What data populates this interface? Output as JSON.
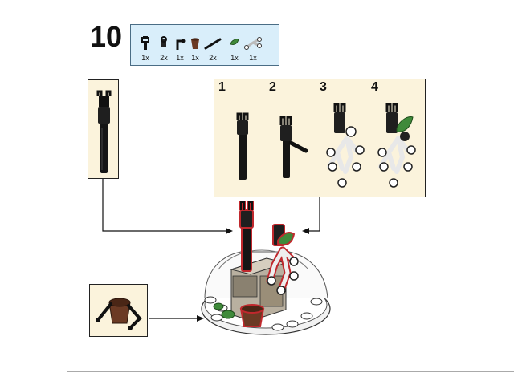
{
  "step": {
    "number": "10"
  },
  "parts_list": {
    "items": [
      {
        "icon": "clip-bar-piece-icon",
        "qty": "1x"
      },
      {
        "icon": "clip-piece-icon",
        "qty": "2x"
      },
      {
        "icon": "bent-bar-piece-icon",
        "qty": "1x"
      },
      {
        "icon": "brown-pot-piece-icon",
        "qty": "1x"
      },
      {
        "icon": "black-bar-piece-icon",
        "qty": "2x"
      },
      {
        "icon": "green-leaf-piece-icon",
        "qty": "1x"
      },
      {
        "icon": "white-plant-stem-piece-icon",
        "qty": "1x"
      }
    ]
  },
  "substeps": {
    "labels": [
      "1",
      "2",
      "3",
      "4"
    ]
  },
  "colors": {
    "callout_bg": "#fbf3dc",
    "parts_bg": "#d9eefa",
    "highlight": "#c0282d",
    "brick_black": "#111111",
    "brick_green": "#3f8a3a",
    "brick_brown": "#6b3a24",
    "brick_tan": "#9a8e78"
  }
}
